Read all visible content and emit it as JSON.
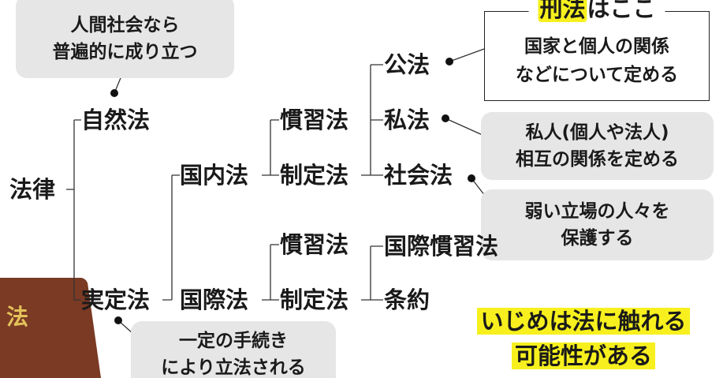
{
  "tree": {
    "root": "法律",
    "natural_law": "自然法",
    "positive_law": "実定法",
    "domestic_law": "国内法",
    "international_law": "国際法",
    "domestic_custom": "慣習法",
    "domestic_enacted": "制定法",
    "intl_custom": "慣習法",
    "intl_enacted": "制定法",
    "public_law": "公法",
    "private_law": "私法",
    "social_law": "社会法",
    "intl_customary_law": "国際慣習法",
    "treaty": "条約"
  },
  "notes": {
    "natural": [
      "人間社会なら",
      "普遍的に成り立つ"
    ],
    "public_title_highlight": "刑法",
    "public_title_rest": "はここ",
    "public": [
      "国家と個人の関係",
      "などについて定める"
    ],
    "private": [
      "私人(個人や法人)",
      "相互の関係を定める"
    ],
    "social": [
      "弱い立場の人々を",
      "保護する"
    ],
    "positive": [
      "一定の手続き",
      "により立法される"
    ],
    "bullying": [
      "いじめは法に触れる",
      "可能性がある"
    ]
  },
  "book_label": "法",
  "colors": {
    "highlight": "#f7f01e",
    "bubble": "#e6e6e6",
    "book": "#7a3a24"
  }
}
